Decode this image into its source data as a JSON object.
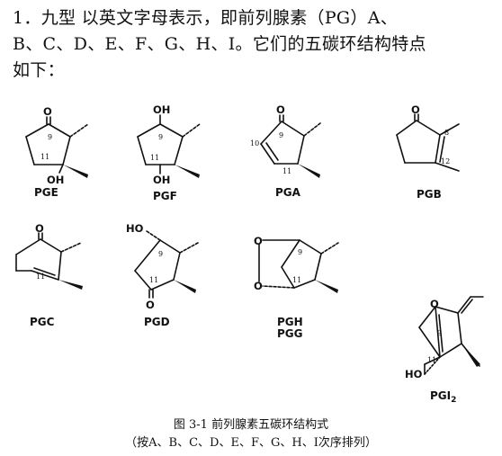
{
  "intro": {
    "line1": "1．九型  以英文字母表示，即前列腺素（PG）A、",
    "line2": "B、C、D、E、F、G、H、I。它们的五碳环结构特点",
    "line3": "如下："
  },
  "structures": {
    "pge": {
      "name": "PGE",
      "o": "O",
      "oh": "OH",
      "c9": "9",
      "c11": "11"
    },
    "pgf": {
      "name": "PGF",
      "oh_top": "OH",
      "oh_bottom": "OH",
      "c9": "9",
      "c11": "11"
    },
    "pga": {
      "name": "PGA",
      "o": "O",
      "c9": "9",
      "c10": "10",
      "c11": "11"
    },
    "pgb": {
      "name": "PGB",
      "o": "O",
      "c8": "8",
      "c12": "12"
    },
    "pgc": {
      "name": "PGC",
      "o": "O",
      "c11": "11"
    },
    "pgd": {
      "name": "PGD",
      "ho": "HO",
      "o": "O",
      "c9": "9",
      "c11": "11"
    },
    "pgh": {
      "name_line1": "PGH",
      "name_line2": "PGG",
      "o1": "O",
      "o2": "O",
      "c9": "9",
      "c11": "11"
    },
    "pgi2": {
      "name": "PGI",
      "subscript": "2",
      "o": "O",
      "ho": "HO",
      "c9": "9",
      "c11": "11"
    }
  },
  "caption": {
    "title": "图 3-1  前列腺素五碳环结构式",
    "subtitle": "（按A、B、C、D、E、F、G、H、I次序排列）"
  }
}
